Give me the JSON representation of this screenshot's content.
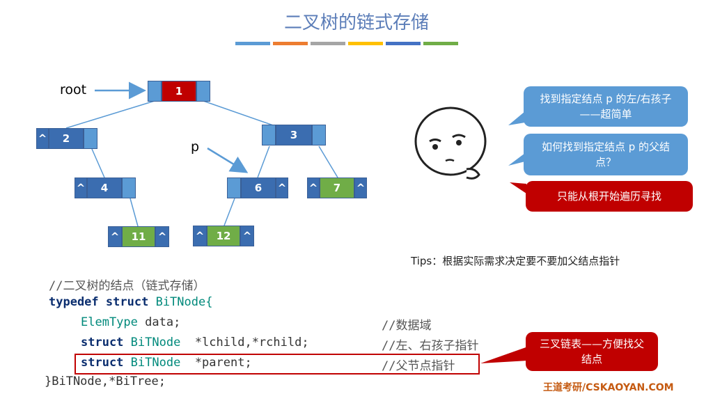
{
  "title": "二叉树的链式存储",
  "bars": [
    "#5b9bd5",
    "#ed7d31",
    "#a5a5a5",
    "#ffc000",
    "#4472c4",
    "#70ad47"
  ],
  "labels": {
    "root": "root",
    "p": "p"
  },
  "nodes": [
    {
      "id": "n1",
      "value": "1",
      "left": "",
      "right": ""
    },
    {
      "id": "n2",
      "value": "2",
      "left": "^",
      "right": ""
    },
    {
      "id": "n3",
      "value": "3",
      "left": "",
      "right": ""
    },
    {
      "id": "n4",
      "value": "4",
      "left": "^",
      "right": ""
    },
    {
      "id": "n6",
      "value": "6",
      "left": "",
      "right": "^"
    },
    {
      "id": "n7",
      "value": "7",
      "left": "^",
      "right": "^"
    },
    {
      "id": "n11",
      "value": "11",
      "left": "^",
      "right": "^"
    },
    {
      "id": "n12",
      "value": "12",
      "left": "^",
      "right": "^"
    }
  ],
  "bubbles": [
    "找到指定结点 p 的左/右孩子——超简单",
    "如何找到指定结点 p 的父结点？",
    "只能从根开始遍历寻找",
    "三叉链表——方便找父结点"
  ],
  "tips": "Tips：根据实际需求决定要不要加父结点指针",
  "code": {
    "comment_title": "//二叉树的结点（链式存储）",
    "line1_kw1": "typedef",
    "line1_kw2": "struct",
    "line1_name": "BiTNode{",
    "line2_type": "ElemType",
    "line2_field": "data;",
    "line2_comment": "//数据域",
    "line3_kw": "struct",
    "line3_type": "BiTNode",
    "line3_field": "*lchild,*rchild;",
    "line3_comment": "//左、右孩子指针",
    "line4_kw": "struct",
    "line4_type": "BiTNode",
    "line4_field": "*parent;",
    "line4_comment": "//父节点指针",
    "line5": "}BiTNode,*BiTree;"
  },
  "watermark": "王道考研/CSKAOYAN.COM"
}
